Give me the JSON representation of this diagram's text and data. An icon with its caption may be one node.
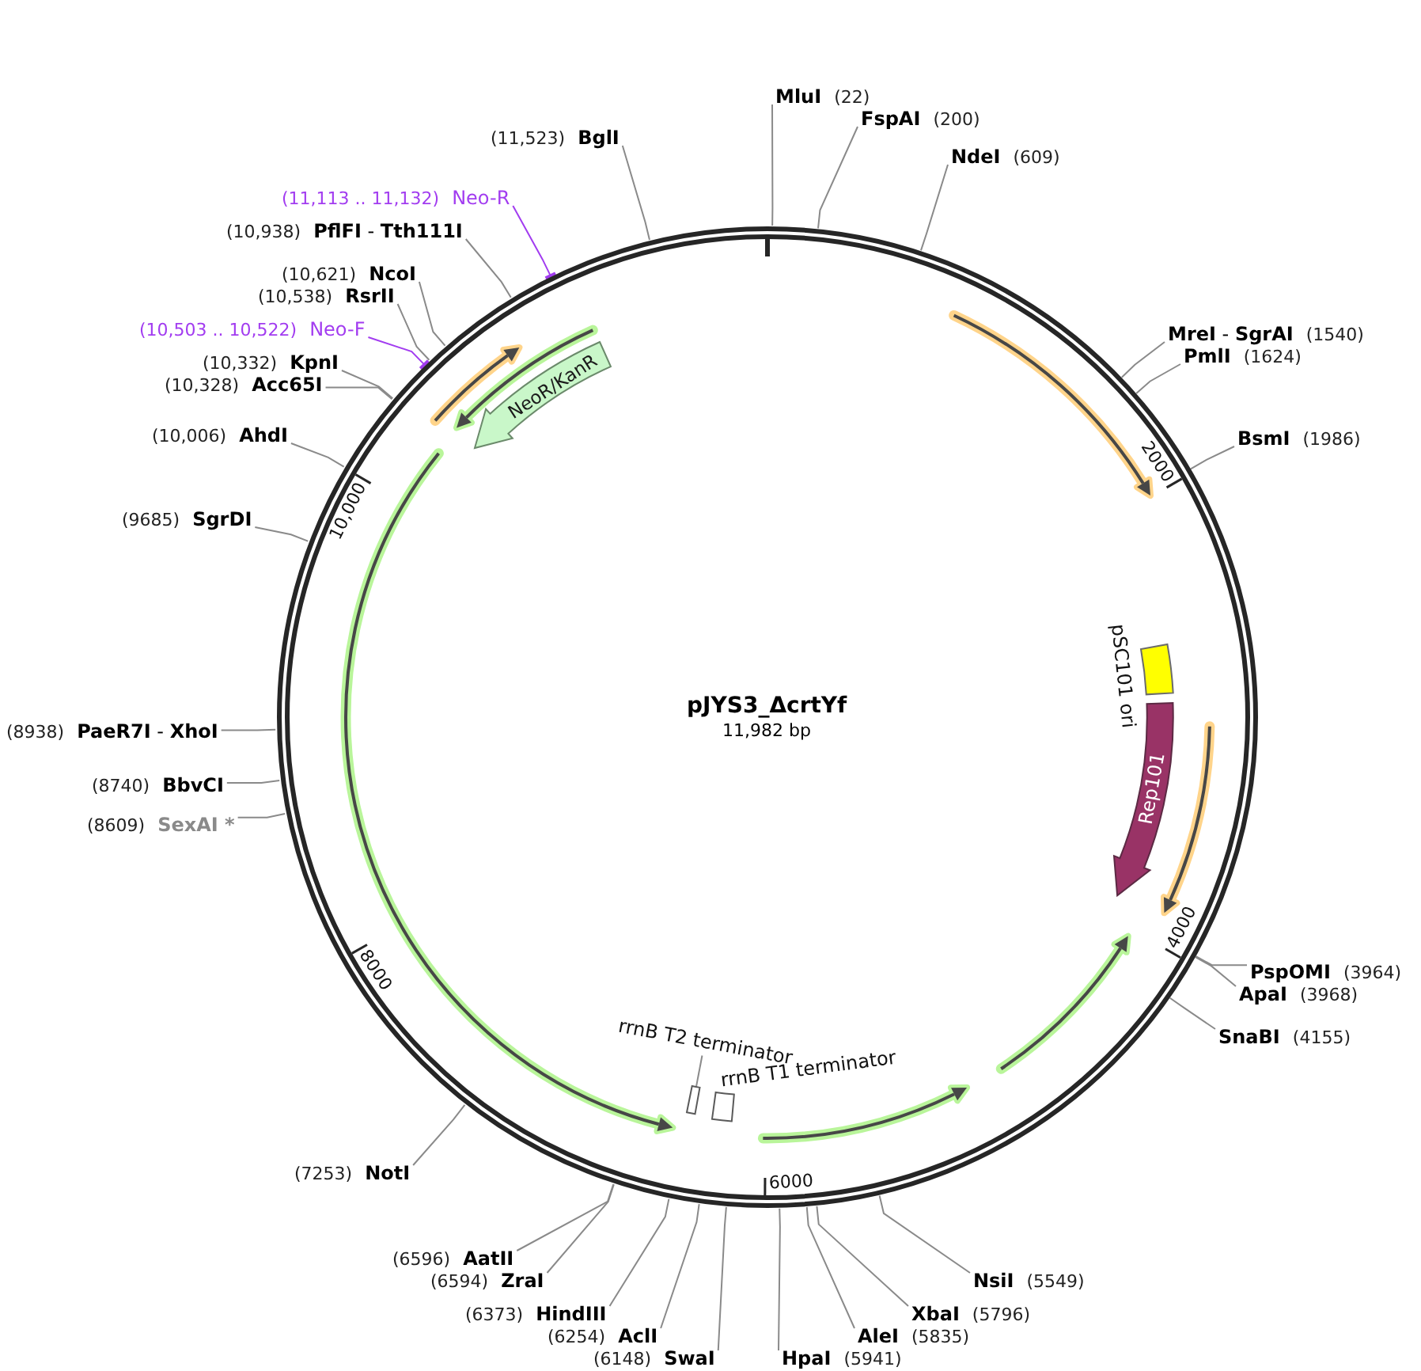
{
  "diagram": {
    "nodes": [
      {
        "text": [
          "pJYS3_ΔcrtYf",
          "11,982 bp"
        ]
      },
      {
        "text": [
          "NeoR/KanR"
        ],
        "in": 0
      },
      {
        "text": [
          "pSC101 ori"
        ],
        "in": 0
      },
      {
        "text": [
          "Rep101"
        ],
        "in": 0
      },
      {
        "text": [
          "rrnB T2 terminator"
        ],
        "in": 0
      },
      {
        "text": [],
        "shape": "box",
        "in": 0
      },
      {
        "text": [
          "rrnB T1 terminator"
        ],
        "in": 0
      },
      {
        "text": [
          "MluI",
          "(22)"
        ]
      },
      {
        "text": [
          "FspAI",
          "(200)"
        ]
      },
      {
        "text": [
          "NdeI",
          "(609)"
        ]
      },
      {
        "text": [
          "**MreI** - **SgrAI**",
          "(1540)"
        ]
      },
      {
        "text": [
          "PmlI",
          "(1624)"
        ]
      },
      {
        "text": [
          "BsmI",
          "(1986)"
        ]
      },
      {
        "text": [
          "PspOMI",
          "(3964)"
        ]
      },
      {
        "text": [
          "ApaI",
          "(3968)"
        ]
      },
      {
        "text": [
          "SnaBI",
          "(4155)"
        ]
      },
      {
        "text": [
          "NsiI",
          "(5549)"
        ]
      },
      {
        "text": [
          "XbaI",
          "(5796)"
        ]
      },
      {
        "text": [
          "AleI",
          "(5835)"
        ]
      },
      {
        "text": [
          "HpaI",
          "(5941)"
        ]
      },
      {
        "text": [
          "(6148)",
          "SwaI"
        ]
      },
      {
        "text": [
          "(6254)",
          "AclI"
        ]
      },
      {
        "text": [
          "(6373)",
          "HindIII"
        ]
      },
      {
        "text": [
          "(6594)",
          "ZraI"
        ]
      },
      {
        "text": [
          "(6596)",
          "AatII"
        ]
      },
      {
        "text": [
          "(7253)",
          "NotI"
        ]
      },
      {
        "text": [
          "(8609)",
          "SexAI *"
        ]
      },
      {
        "text": [
          "(8740)",
          "BbvCI"
        ]
      },
      {
        "text": [
          "(8938)",
          "**PaeR7I** - **XhoI**"
        ]
      },
      {
        "text": [
          "(9685)",
          "SgrDI"
        ]
      },
      {
        "text": [
          "(10,006)",
          "AhdI"
        ]
      },
      {
        "text": [
          "(10,328)",
          "Acc65I"
        ]
      },
      {
        "text": [
          "(10,332)",
          "KpnI"
        ]
      },
      {
        "text": [
          "(10,503 .. 10,522)",
          "Neo-F"
        ]
      },
      {
        "text": [
          "(10,538)",
          "RsrII"
        ]
      },
      {
        "text": [
          "(10,621)",
          "NcoI"
        ]
      },
      {
        "text": [
          "(10,938)",
          "**PflFI** - **Tth111I**"
        ]
      },
      {
        "text": [
          "(11,113 .. 11,132)",
          "Neo-R"
        ]
      },
      {
        "text": [
          "(11,523)",
          "BglI"
        ]
      }
    ],
    "edges": [
      {
        "from": 4,
        "to": 5,
        "arrow": "none"
      },
      {
        "from": 7,
        "to": 0,
        "arrow": "none"
      },
      {
        "from": 8,
        "to": 0,
        "arrow": "none"
      },
      {
        "from": 9,
        "to": 0,
        "arrow": "none"
      },
      {
        "from": 10,
        "to": 0,
        "arrow": "none"
      },
      {
        "from": 11,
        "to": 0,
        "arrow": "none"
      },
      {
        "from": 12,
        "to": 0,
        "arrow": "none"
      },
      {
        "from": 13,
        "to": 0,
        "arrow": "none"
      },
      {
        "from": 14,
        "to": 0,
        "arrow": "none"
      },
      {
        "from": 15,
        "to": 0,
        "arrow": "none"
      },
      {
        "from": 16,
        "to": 0,
        "arrow": "none"
      },
      {
        "from": 17,
        "to": 0,
        "arrow": "none"
      },
      {
        "from": 18,
        "to": 0,
        "arrow": "none"
      },
      {
        "from": 19,
        "to": 0,
        "arrow": "none"
      },
      {
        "from": 20,
        "to": 0,
        "arrow": "none"
      },
      {
        "from": 21,
        "to": 0,
        "arrow": "none"
      },
      {
        "from": 22,
        "to": 0,
        "arrow": "none"
      },
      {
        "from": 23,
        "to": 0,
        "arrow": "none"
      },
      {
        "from": 24,
        "to": 0,
        "arrow": "none"
      },
      {
        "from": 25,
        "to": 0,
        "arrow": "none"
      },
      {
        "from": 26,
        "to": 0,
        "arrow": "none"
      },
      {
        "from": 27,
        "to": 0,
        "arrow": "none"
      },
      {
        "from": 28,
        "to": 0,
        "arrow": "none"
      },
      {
        "from": 29,
        "to": 0,
        "arrow": "none"
      },
      {
        "from": 30,
        "to": 0,
        "arrow": "none"
      },
      {
        "from": 31,
        "to": 0,
        "arrow": "none"
      },
      {
        "from": 32,
        "to": 0,
        "arrow": "none"
      },
      {
        "from": 33,
        "to": 0,
        "arrow": "other",
        "color": "#a23cf0"
      },
      {
        "from": 34,
        "to": 0,
        "arrow": "none"
      },
      {
        "from": 35,
        "to": 0,
        "arrow": "none"
      },
      {
        "from": 36,
        "to": 0,
        "arrow": "none"
      },
      {
        "from": 37,
        "to": 0,
        "arrow": "other",
        "color": "#a23cf0"
      },
      {
        "from": 38,
        "to": 0,
        "arrow": "none"
      }
    ],
    "labels": [
      "2000",
      "4000",
      "6000",
      "8000",
      "10,000"
    ]
  }
}
